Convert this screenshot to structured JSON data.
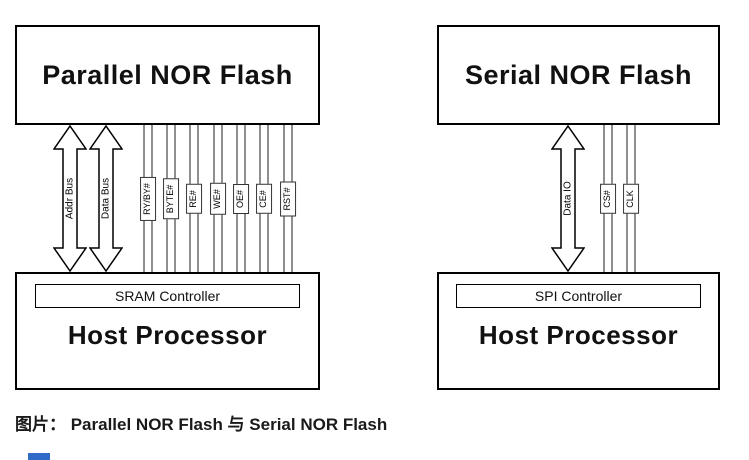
{
  "diagram": {
    "parallel": {
      "chip": "Parallel NOR Flash",
      "processor": "Host Processor",
      "controller": "SRAM Controller",
      "buses": [
        "Addr Bus",
        "Data Bus"
      ],
      "pins": [
        "RY/BY#",
        "BYTE#",
        "RE#",
        "WE#",
        "OE#",
        "CE#",
        "RST#"
      ]
    },
    "serial": {
      "chip": "Serial NOR Flash",
      "processor": "Host Processor",
      "controller": "SPI Controller",
      "buses": [
        "Data IO"
      ],
      "pins": [
        "CS#",
        "CLK"
      ]
    },
    "caption": "图片： Parallel NOR Flash 与 Serial NOR Flash",
    "colors": {
      "line_gray": "#8f8f8f",
      "border_black": "#000000",
      "fragment_blue": "#2f6bc6"
    }
  }
}
